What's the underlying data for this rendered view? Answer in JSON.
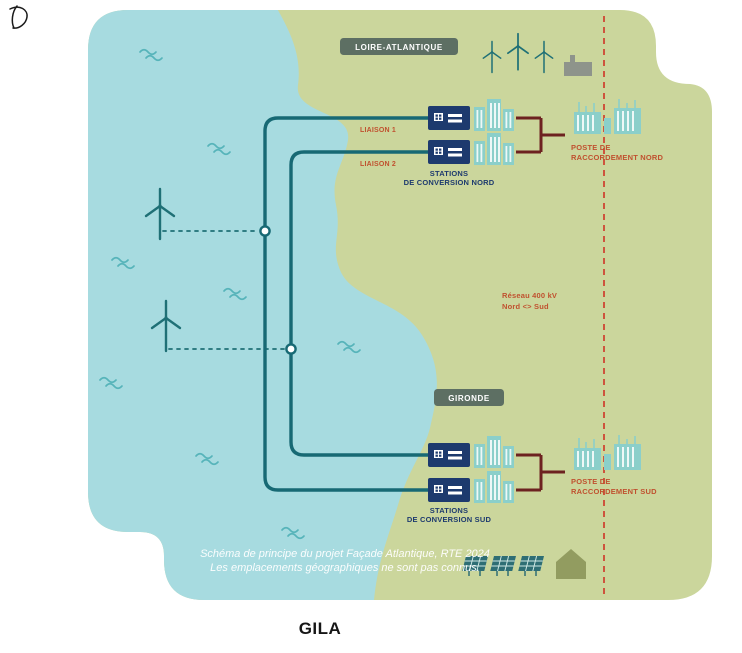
{
  "diagram": {
    "badges": {
      "north_region": "LOIRE-ATLANTIQUE",
      "south_region": "GIRONDE"
    },
    "liaisons": {
      "liaison1": "LIAISON 1",
      "liaison2": "LIAISON 2"
    },
    "stations_nord": {
      "line1": "STATIONS",
      "line2": "DE CONVERSION NORD"
    },
    "stations_sud": {
      "line1": "STATIONS",
      "line2": "DE CONVERSION SUD"
    },
    "poste_nord": {
      "line1": "POSTE DE",
      "line2": "RACCORDEMENT NORD"
    },
    "poste_sud": {
      "line1": "POSTE DE",
      "line2": "RACCORDEMENT SUD"
    },
    "reseau_label": {
      "line1": "Réseau 400 kV",
      "line2": "Nord <> Sud"
    },
    "caption": {
      "line1": "Schéma de principe du projet Façade Atlantique, RTE 2024",
      "line2": "Les emplacements géographiques ne sont pas connus."
    },
    "colors": {
      "sea": "#a7dbe0",
      "land": "#cbd69c",
      "cable_teal": "#176974",
      "station_navy": "#1d3a6e",
      "plant_teal": "#8bcfca",
      "label_red": "#c0512f",
      "connector_maroon": "#6d2220",
      "dashed_grid_red": "#cf4633",
      "badge_bg": "#5d6f63",
      "caption_text": "#ffffff"
    },
    "icons": {
      "wind-turbine-icon": "three-blade turbine line glyph",
      "junction-node-icon": "small white circle on cable",
      "conversion-station-icon": "navy building with white windows",
      "substation-icon": "teal striped substation silhouette",
      "factory-icon": "grey factory silhouette",
      "solar-panel-icon": "tilted panel grid",
      "house-icon": "green house silhouette",
      "wave-icon": "double wavy stroke"
    }
  },
  "footer": {
    "title": "GILA"
  }
}
